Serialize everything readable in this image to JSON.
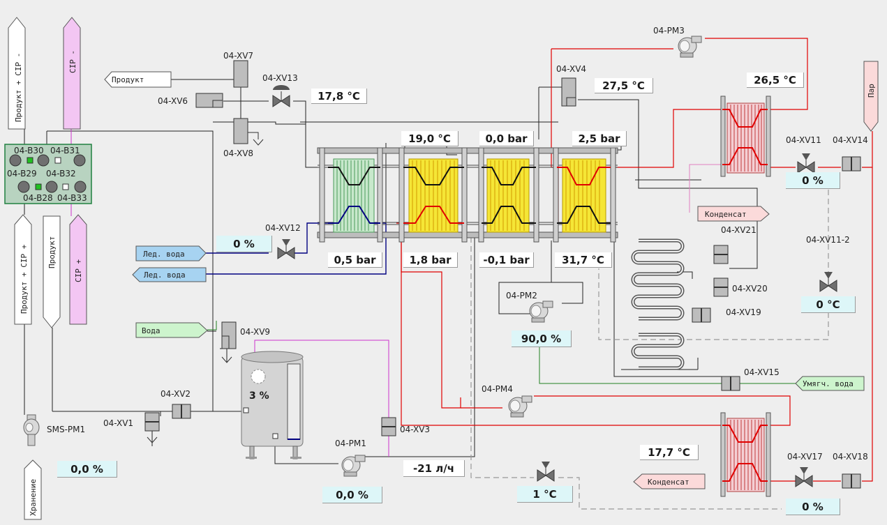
{
  "vertical_tags": {
    "t1": "Продукт + CIP -",
    "t2": "CIP -",
    "t3": "Продукт + CIP +",
    "t4": "Продукт",
    "t5": "CIP +",
    "t6": "Хранение"
  },
  "horizontal_tags": {
    "produkt": "Продукт",
    "led_voda_in": "Лед. вода",
    "led_voda_out": "Лед. вода",
    "voda": "Вода",
    "kondensat1": "Конденсат",
    "kondensat2": "Конденсат",
    "umyagch": "Умягч. вода",
    "par": "Пар"
  },
  "valve_block": {
    "labels": [
      "04-B30",
      "04-B31",
      "04-B29",
      "04-B32",
      "04-B28",
      "04-B33"
    ]
  },
  "equipment": {
    "xv7": "04-XV7",
    "xv6": "04-XV6",
    "xv8": "04-XV8",
    "xv13": "04-XV13",
    "xv12": "04-XV12",
    "xv9": "04-XV9",
    "xv2": "04-XV2",
    "xv1": "04-XV1",
    "sms_pm1": "SMS-PM1",
    "xv3": "04-XV3",
    "pm1": "04-PM1",
    "pm2": "04-PM2",
    "pm3": "04-PM3",
    "pm4": "04-PM4",
    "xv4": "04-XV4",
    "xv11": "04-XV11",
    "xv14": "04-XV14",
    "xv11_2": "04-XV11-2",
    "xv21": "04-XV21",
    "xv20": "04-XV20",
    "xv19": "04-XV19",
    "xv15": "04-XV15",
    "xv17": "04-XV17",
    "xv18": "04-XV18"
  },
  "readouts": {
    "t_178": "17,8 °C",
    "t_190": "19,0 °C",
    "p_00": "0,0 bar",
    "p_25": "2,5 bar",
    "t_275": "27,5 °C",
    "t_265": "26,5 °C",
    "xv11_pct": "0 %",
    "xv12_pct": "0 %",
    "p_05": "0,5 bar",
    "p_18": "1,8 bar",
    "p_m01": "-0,1 bar",
    "t_317": "31,7 °C",
    "t_0c": "0 °C",
    "pm2_pct": "90,0 %",
    "tank_level": "3 %",
    "sms_pct": "0,0 %",
    "pm1_pct": "0,0 %",
    "flow": "-21 л/ч",
    "t_1c": "1 °C",
    "t_177": "17,7 °C",
    "xv17_pct": "0 %"
  },
  "colors": {
    "background": "#eeeeee",
    "hot_line": "#e00000",
    "cold_line": "#000080",
    "cip_line": "#cc33cc",
    "water_line": "#208020",
    "tag_pink": "#f3c6f3",
    "tag_blue": "#a7d3f1",
    "tag_green": "#cdf4cd",
    "tag_cond": "#fbdada",
    "readout_cyan": "#ddf6f8",
    "block_green": "#b8d3c0"
  }
}
